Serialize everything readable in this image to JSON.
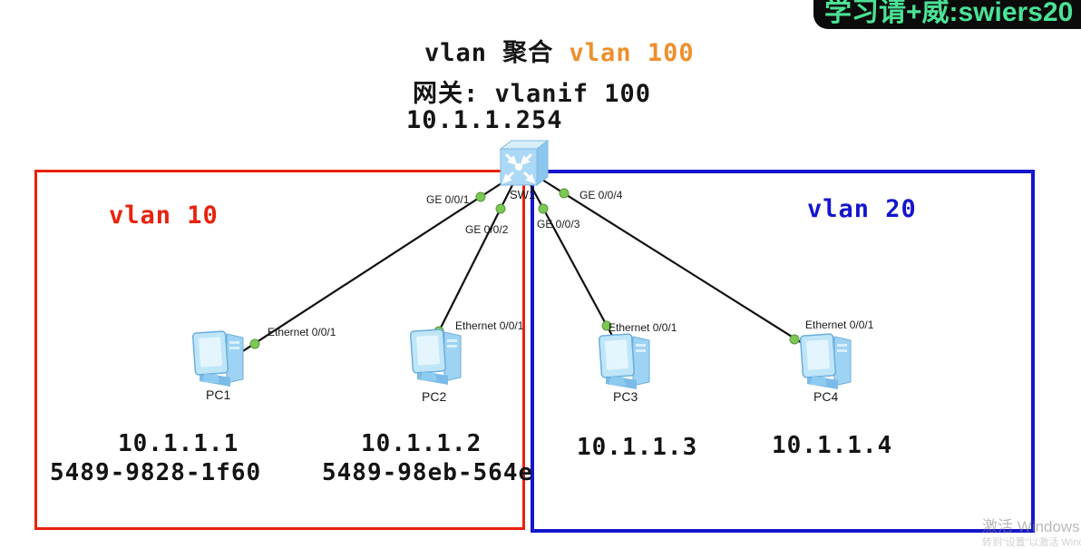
{
  "banner": {
    "text": "学习请+威:swiers20"
  },
  "title": {
    "line1_black": "vlan 聚合 ",
    "line1_orange": "vlan 100",
    "line2": "网关: vlanif 100",
    "line3": "10.1.1.254"
  },
  "zones": [
    {
      "label": "vlan 10",
      "color": "#e8220e"
    },
    {
      "label": "vlan 20",
      "color": "#1515cd"
    }
  ],
  "switch": {
    "name": "SW1",
    "ports": [
      "GE 0/0/1",
      "GE 0/0/2",
      "GE 0/0/3",
      "GE 0/0/4"
    ]
  },
  "pcs": [
    {
      "name": "PC1",
      "port": "Ethernet 0/0/1",
      "ip": "10.1.1.1",
      "mac": "5489-9828-1f60"
    },
    {
      "name": "PC2",
      "port": "Ethernet 0/0/1",
      "ip": "10.1.1.2",
      "mac": "5489-98eb-564e"
    },
    {
      "name": "PC3",
      "port": "Ethernet 0/0/1",
      "ip": "10.1.1.3"
    },
    {
      "name": "PC4",
      "port": "Ethernet 0/0/1",
      "ip": "10.1.1.4"
    }
  ],
  "watermark": {
    "line1": "激活 Windows",
    "line2": "转到“设置”以激活 Windows。"
  },
  "colors": {
    "vlan10_red": "#e8220e",
    "vlan20_blue": "#1515cd",
    "vlan100_orange": "#ee8f2d",
    "banner_green": "#4be295",
    "link_dot_green": "#7dc855"
  }
}
